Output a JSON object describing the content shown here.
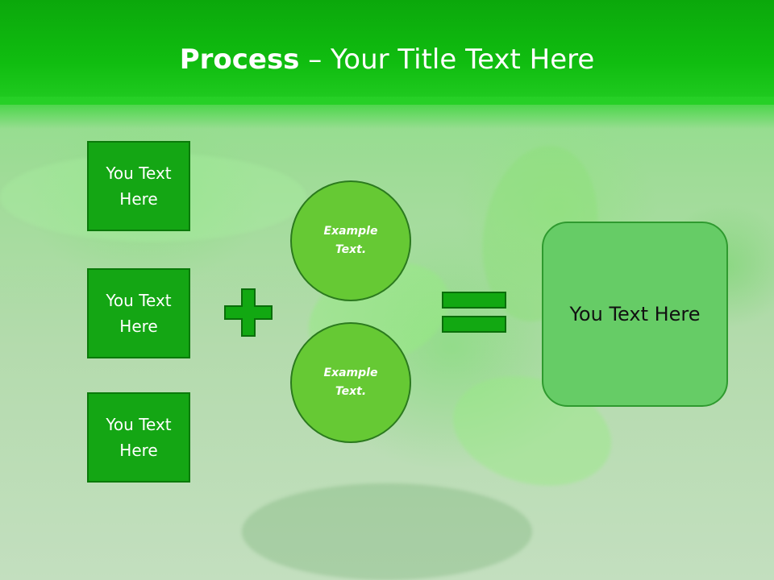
{
  "title": {
    "bold": "Process",
    "rest": " – Your Title Text Here"
  },
  "boxes": [
    {
      "label": "You Text Here"
    },
    {
      "label": "You Text Here"
    },
    {
      "label": "You Text Here"
    }
  ],
  "circles": [
    {
      "label": "Example Text."
    },
    {
      "label": "Example Text."
    }
  ],
  "result": {
    "label": "You Text Here"
  },
  "colors": {
    "header": "#10bd10",
    "box_fill": "#14a614",
    "circle_fill": "#66c934",
    "result_fill": "#66cc66",
    "operator": "#12a812"
  },
  "icons": {
    "plus": "plus-icon",
    "equals": "equals-icon"
  }
}
